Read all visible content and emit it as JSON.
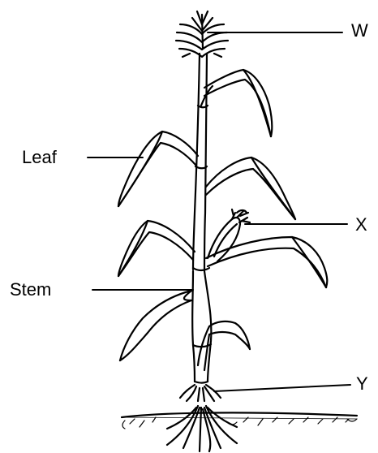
{
  "labels": {
    "w": "W",
    "x": "X",
    "y": "Y",
    "leaf": "Leaf",
    "stem": "Stem"
  },
  "colors": {
    "ink": "#000000",
    "background": "#ffffff"
  }
}
